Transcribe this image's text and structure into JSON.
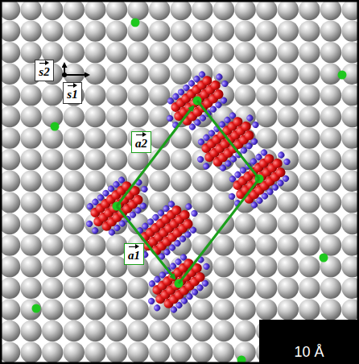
{
  "diagram": {
    "nodes": [
      {
        "text": [
          "s2"
        ]
      },
      {
        "text": [
          "s1"
        ]
      },
      {
        "text": [
          "a2"
        ]
      },
      {
        "text": [
          "a1"
        ]
      },
      {
        "text": [
          "10 Å"
        ]
      }
    ]
  }
}
